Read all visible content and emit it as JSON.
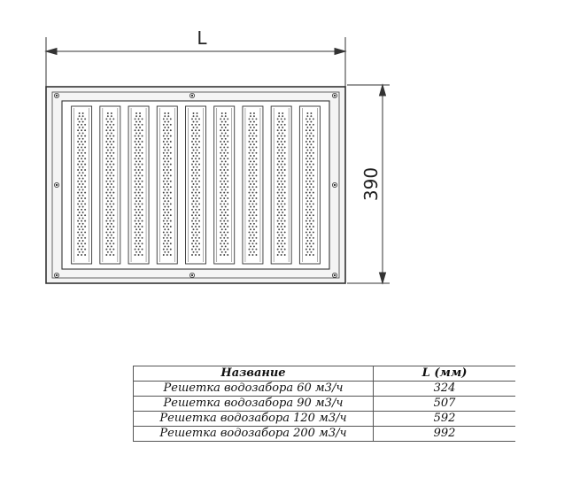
{
  "dimensions": {
    "width_label": "L",
    "height_label": "390"
  },
  "grate": {
    "slat_count": 9
  },
  "table": {
    "headers": [
      "Название",
      "L (мм)"
    ],
    "rows": [
      [
        "Решетка водозабора 60 м3/ч",
        "324"
      ],
      [
        "Решетка водозабора 90 м3/ч",
        "507"
      ],
      [
        "Решетка водозабора 120 м3/ч",
        "592"
      ],
      [
        "Решетка водозабора 200 м3/ч",
        "992"
      ]
    ]
  },
  "colors": {
    "line": "#333333",
    "frame_fill": "#f4f4f4",
    "hole_fill": "#444444"
  }
}
